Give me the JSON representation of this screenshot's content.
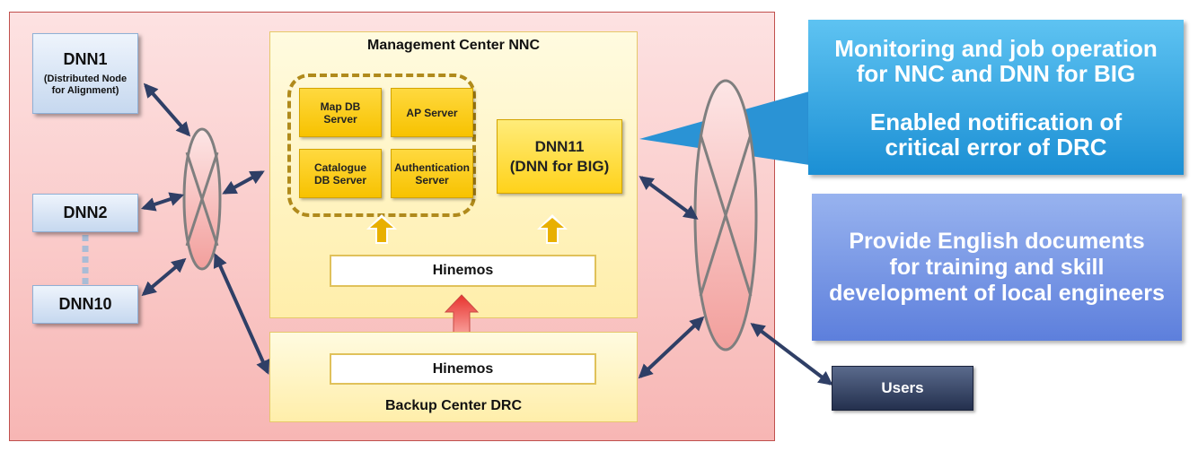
{
  "dnn_nodes": {
    "dnn1": {
      "label": "DNN1",
      "subtitle_line1": "(Distributed Node",
      "subtitle_line2": "for Alignment)"
    },
    "dnn2": {
      "label": "DNN2"
    },
    "dnn10": {
      "label": "DNN10"
    }
  },
  "management_center": {
    "title": "Management Center NNC",
    "servers": {
      "map_db": [
        "Map DB",
        "Server"
      ],
      "ap": [
        "AP Server"
      ],
      "catalogue_db": [
        "Catalogue",
        "DB Server"
      ],
      "authentication": [
        "Authentication",
        "Server"
      ]
    },
    "dnn11": [
      "DNN11",
      "(DNN for BIG)"
    ],
    "hinemos": "Hinemos"
  },
  "backup_center": {
    "title": "Backup Center DRC",
    "hinemos": "Hinemos"
  },
  "notes": {
    "monitoring": [
      "Monitoring and job operation",
      "for NNC and DNN for BIG",
      "",
      "Enabled notification of",
      "critical error of DRC"
    ],
    "english_docs": [
      "Provide English documents",
      "for training and skill",
      "development of local engineers"
    ]
  },
  "users": {
    "label": "Users"
  },
  "colors": {
    "frame_pink": "#f7b6b4",
    "center_yellow": "#ffeeaa",
    "server_yellow": "#f7c200",
    "arrow_navy": "#2f3f66",
    "note_blue": "#1b8fd4",
    "note_periwinkle": "#5d7fdc",
    "users_navy": "#24304e"
  }
}
